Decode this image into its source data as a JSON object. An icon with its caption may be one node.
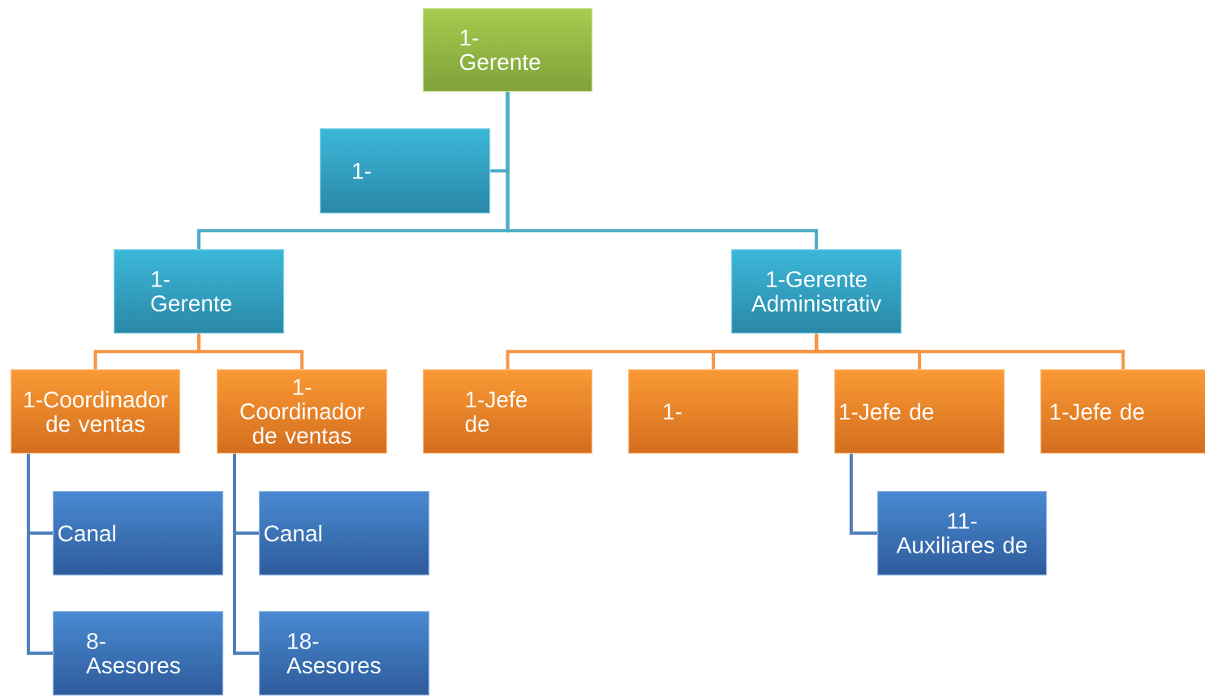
{
  "diagram": {
    "nodes": [
      {
        "text": [
          "1- Gerente"
        ]
      },
      {
        "text": [
          "1-"
        ]
      },
      {
        "text": [
          "1- Gerente"
        ]
      },
      {
        "text": [
          "1-Gerente Administrativ"
        ]
      },
      {
        "text": [
          "1-Coordinador de ventas"
        ]
      },
      {
        "text": [
          "1- Coordinador de ventas"
        ]
      },
      {
        "text": [
          "1-Jefe de"
        ]
      },
      {
        "text": [
          "1-"
        ]
      },
      {
        "text": [
          "1-Jefe de"
        ]
      },
      {
        "text": [
          "1-Jefe de"
        ]
      },
      {
        "text": [
          "Canal"
        ]
      },
      {
        "text": [
          "8- Asesores"
        ]
      },
      {
        "text": [
          "Canal"
        ]
      },
      {
        "text": [
          "18- Asesores"
        ]
      },
      {
        "text": [
          "11-Auxiliares de"
        ]
      }
    ],
    "edges": [
      {
        "from": 0,
        "to": 1,
        "arrow": "none",
        "color": "#4bacc6"
      },
      {
        "from": 0,
        "to": 2,
        "arrow": "none",
        "color": "#4bacc6"
      },
      {
        "from": 0,
        "to": 3,
        "arrow": "none",
        "color": "#4bacc6"
      },
      {
        "from": 2,
        "to": 4,
        "arrow": "none"
      },
      {
        "from": 2,
        "to": 5,
        "arrow": "none"
      },
      {
        "from": 3,
        "to": 6,
        "arrow": "none"
      },
      {
        "from": 3,
        "to": 7,
        "arrow": "none"
      },
      {
        "from": 3,
        "to": 8,
        "arrow": "none"
      },
      {
        "from": 3,
        "to": 9,
        "arrow": "none"
      },
      {
        "from": 4,
        "to": 10,
        "arrow": "none",
        "color": "#4f81bd"
      },
      {
        "from": 4,
        "to": 11,
        "arrow": "none",
        "color": "#4f81bd"
      },
      {
        "from": 5,
        "to": 12,
        "arrow": "none",
        "color": "#4f81bd"
      },
      {
        "from": 5,
        "to": 13,
        "arrow": "none",
        "color": "#4f81bd"
      },
      {
        "from": 8,
        "to": 14,
        "arrow": "none",
        "color": "#4f81bd"
      }
    ]
  }
}
